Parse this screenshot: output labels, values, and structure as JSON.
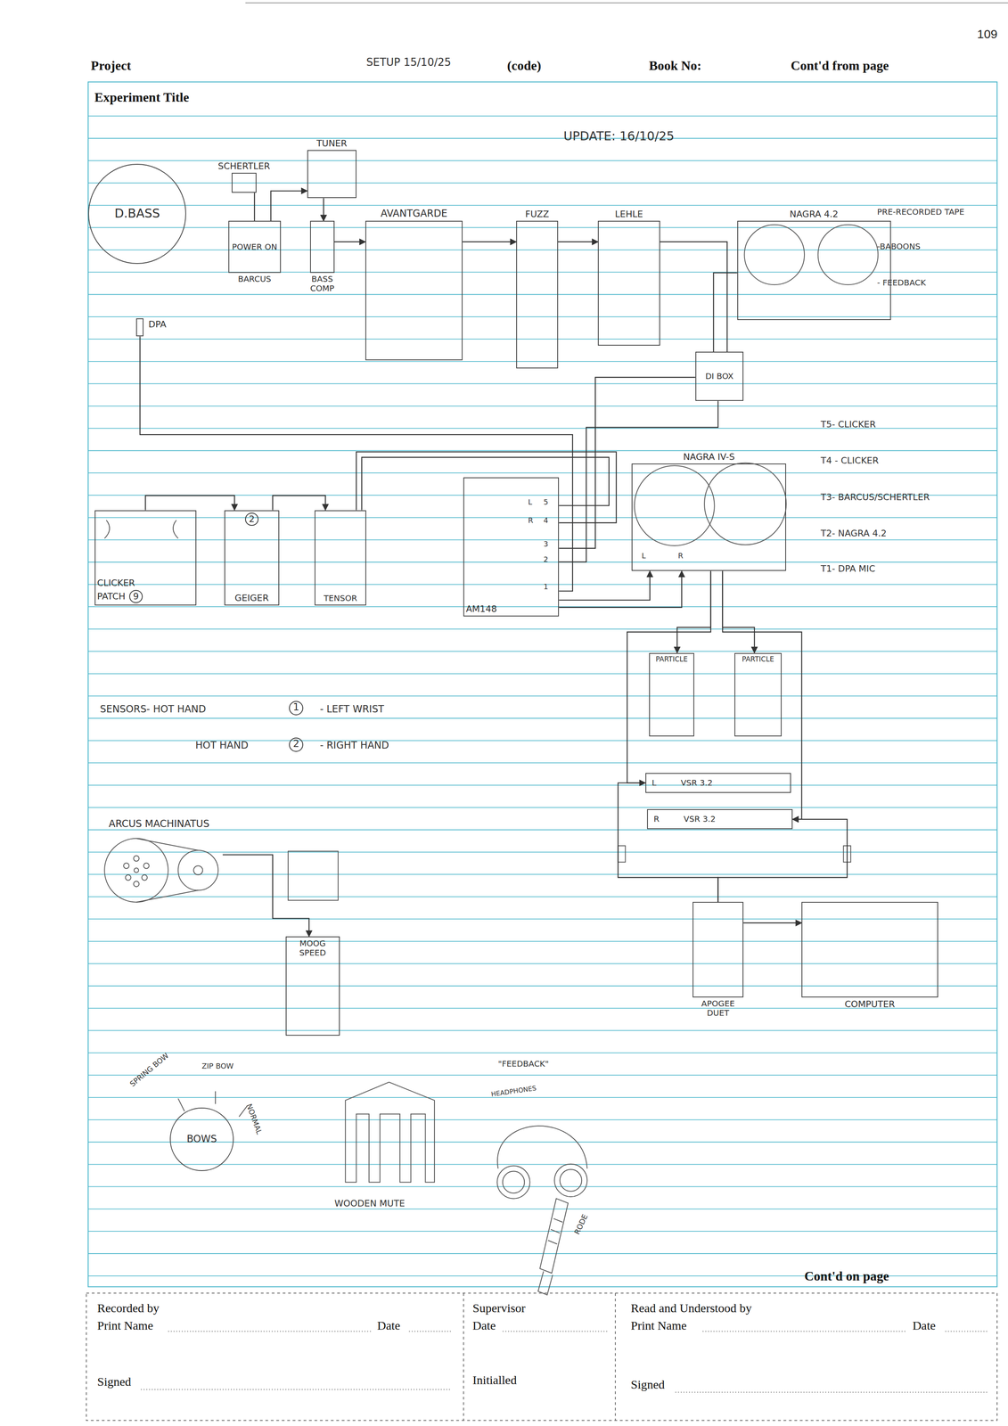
{
  "diagram": {
    "nodes": [
      {
        "text": [
          "D.BASS"
        ]
      },
      {
        "text": [
          "SCHERTLER"
        ]
      },
      {
        "text": [
          "TUNER"
        ]
      },
      {
        "text": [
          "POWER ON",
          "BARCUS"
        ]
      },
      {
        "text": [
          "BASS COMP"
        ]
      },
      {
        "text": [
          "AVANTGARDE"
        ]
      },
      {
        "text": [
          "FUZZ"
        ]
      },
      {
        "text": [
          "LEHLE"
        ]
      },
      {
        "text": [
          "NAGRA 4.2"
        ]
      },
      {
        "text": [
          "DI BOX"
        ]
      },
      {
        "text": [
          "DPA"
        ]
      },
      {
        "text": [
          "CLICKER",
          "PATCH",
          "9"
        ]
      },
      {
        "text": [
          "2",
          "GEIGER"
        ]
      },
      {
        "text": [
          "TENSOR"
        ]
      },
      {
        "text": [
          "AM148"
        ]
      },
      {
        "text": [
          "NAGRA IV-S"
        ]
      },
      {
        "text": [
          "PARTICLE"
        ]
      },
      {
        "text": [
          "PARTICLE"
        ]
      },
      {
        "text": [
          "L",
          "VSR 3.2"
        ]
      },
      {
        "text": [
          "R",
          "VSR 3.2"
        ]
      },
      {
        "text": [
          "APOGEE DUET"
        ]
      },
      {
        "text": [
          "COMPUTER"
        ]
      },
      {
        "text": [
          "ARCUS MACHINATUS"
        ]
      },
      {
        "text": [
          "MOOG SPEED"
        ]
      },
      {
        "text": [
          "BOWS"
        ]
      }
    ],
    "edges": [
      {
        "from": 1,
        "to": 3,
        "arrow": "none"
      },
      {
        "from": 3,
        "to": 2,
        "arrow": "to"
      },
      {
        "from": 2,
        "to": 4,
        "arrow": "to"
      },
      {
        "from": 4,
        "to": 5,
        "arrow": "to"
      },
      {
        "from": 5,
        "to": 6,
        "arrow": "to"
      },
      {
        "from": 6,
        "to": 7,
        "arrow": "to"
      },
      {
        "from": 7,
        "to": 9,
        "arrow": "none"
      },
      {
        "from": 8,
        "to": 9,
        "arrow": "none"
      },
      {
        "from": 9,
        "to": 14,
        "arrow": "none"
      },
      {
        "from": 9,
        "to": 14,
        "arrow": "none"
      },
      {
        "from": 10,
        "to": 14,
        "arrow": "none"
      },
      {
        "from": 11,
        "to": 12,
        "arrow": "to"
      },
      {
        "from": 12,
        "to": 13,
        "arrow": "to"
      },
      {
        "from": 13,
        "to": 14,
        "arrow": "none"
      },
      {
        "from": 13,
        "to": 14,
        "arrow": "none"
      },
      {
        "from": 14,
        "to": 15,
        "arrow": "to"
      },
      {
        "from": 14,
        "to": 15,
        "arrow": "to"
      },
      {
        "from": 15,
        "to": 16,
        "arrow": "to"
      },
      {
        "from": 15,
        "to": 17,
        "arrow": "to"
      },
      {
        "from": 15,
        "to": 18,
        "arrow": "to"
      },
      {
        "from": 15,
        "to": 19,
        "arrow": "to"
      },
      {
        "from": 18,
        "to": 20,
        "arrow": "none"
      },
      {
        "from": 19,
        "to": 20,
        "arrow": "none"
      },
      {
        "from": 20,
        "to": 21,
        "arrow": "to"
      },
      {
        "from": 22,
        "to": 23,
        "arrow": "to"
      }
    ],
    "labels": [
      "109",
      "Project",
      "SETUP 15/10/25",
      "(code)",
      "Book No:",
      "Cont'd from page",
      "Experiment Title",
      "UPDATE: 16/10/25",
      "PRE-RECORDED TAPE",
      "-BABOONS",
      "- FEEDBACK",
      "T5- CLICKER",
      "T4 - CLICKER",
      "T3- BARCUS/SCHERTLER",
      "T2- NAGRA 4.2",
      "T1- DPA MIC",
      "L",
      "5",
      "R",
      "4",
      "3",
      "2",
      "1",
      "L",
      "R",
      "SENSORS- HOT HAND",
      "1",
      "- LEFT WRIST",
      "HOT HAND",
      "2",
      "- RIGHT HAND",
      "SPRING BOW",
      "ZIP BOW",
      "NORMAL",
      "\"FEEDBACK\"",
      "HEADPHONES",
      "WOODEN MUTE",
      "RODE",
      "Cont'd on page",
      "Recorded by",
      "Print Name",
      "Date",
      "Signed",
      "Supervisor",
      "Date",
      "Initialled",
      "Read and Understood by",
      "Print Name",
      "Date",
      "Signed"
    ]
  }
}
